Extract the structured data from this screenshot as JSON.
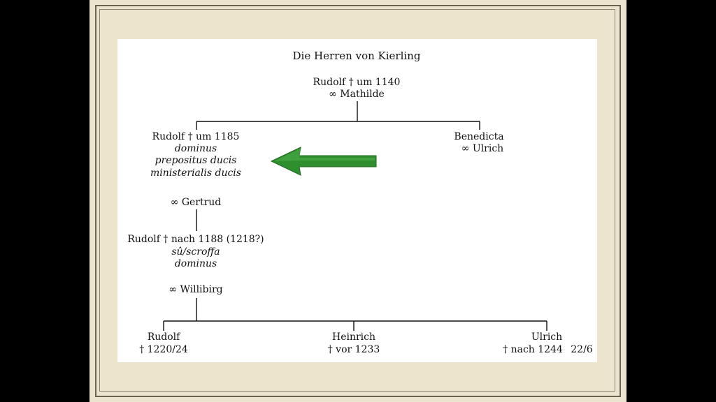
{
  "title": "Die Herren von Kierling",
  "gen1": {
    "name": "Rudolf † um 1140",
    "spouse": "∞ Mathilde"
  },
  "gen2_left": {
    "name": "Rudolf † um 1185",
    "titles": [
      "dominus",
      "prepositus ducis",
      "ministerialis ducis"
    ],
    "spouse": "∞ Gertrud"
  },
  "gen2_right": {
    "name": "Benedicta",
    "spouse": "∞ Ulrich"
  },
  "gen3": {
    "name": "Rudolf † nach 1188 (1218?)",
    "titles": [
      "sû/scroffa",
      "dominus"
    ],
    "spouse": "∞ Willibirg"
  },
  "gen4": [
    {
      "name": "Rudolf",
      "dates": "† 1220/24"
    },
    {
      "name": "Heinrich",
      "dates": "† vor 1233"
    },
    {
      "name": "Ulrich",
      "dates": "† nach 1244"
    }
  ],
  "page_ref": "22/6",
  "colors": {
    "arrow": "#2f8f2f",
    "slide_bg": "#ece4cc",
    "paper": "#ffffff"
  }
}
